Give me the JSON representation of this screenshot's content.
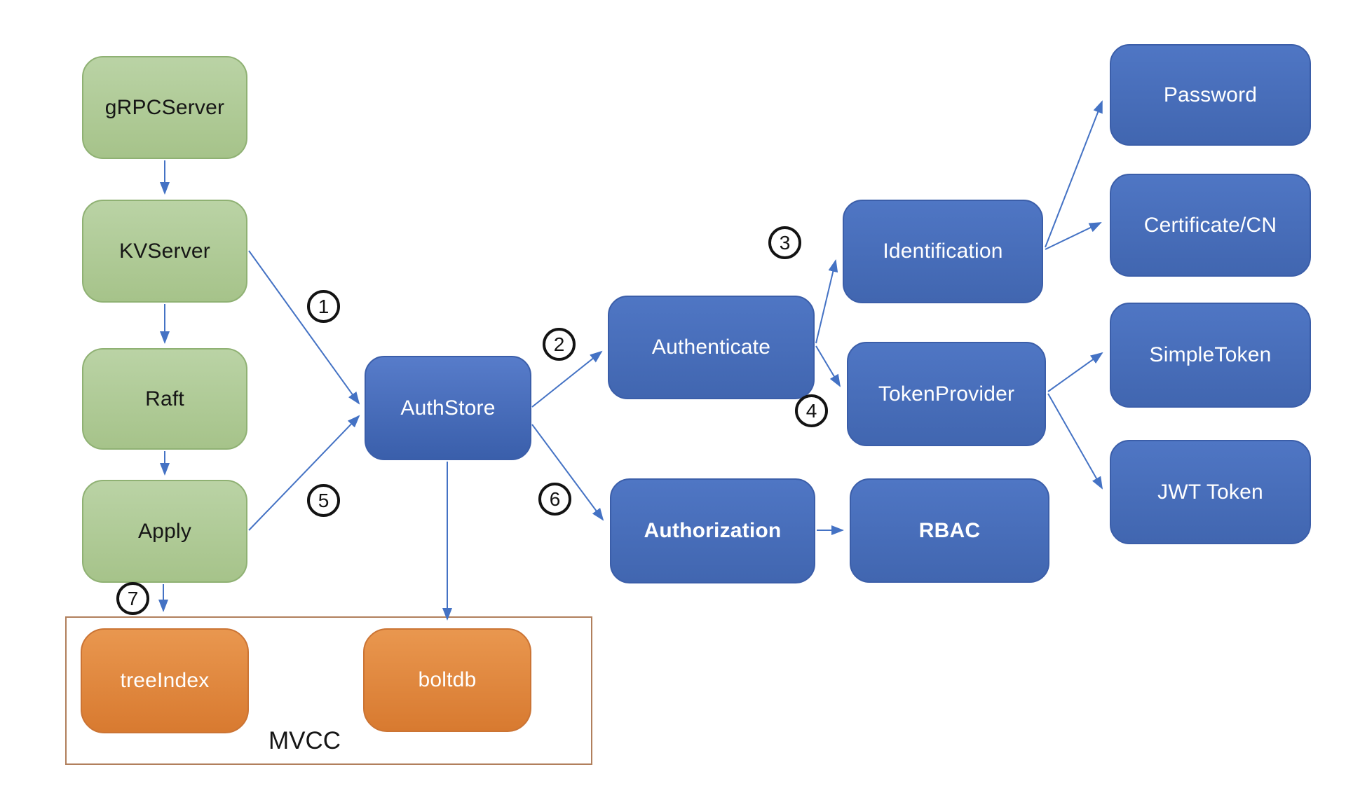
{
  "nodes": {
    "grpcserver": {
      "label": "gRPCServer"
    },
    "kvserver": {
      "label": "KVServer"
    },
    "raft": {
      "label": "Raft"
    },
    "apply": {
      "label": "Apply"
    },
    "authstore": {
      "label": "AuthStore"
    },
    "authenticate": {
      "label": "Authenticate"
    },
    "authorization": {
      "label": "Authorization"
    },
    "identification": {
      "label": "Identification"
    },
    "tokenprovider": {
      "label": "TokenProvider"
    },
    "rbac": {
      "label": "RBAC"
    },
    "password": {
      "label": "Password"
    },
    "certificate": {
      "label": "Certificate/CN"
    },
    "simpletoken": {
      "label": "SimpleToken"
    },
    "jwttoken": {
      "label": "JWT Token"
    },
    "treeindex": {
      "label": "treeIndex"
    },
    "boltdb": {
      "label": "boltdb"
    },
    "mvcc": {
      "label": "MVCC"
    }
  },
  "steps": {
    "s1": "1",
    "s2": "2",
    "s3": "3",
    "s4": "4",
    "s5": "5",
    "s6": "6",
    "s7": "7"
  },
  "colors": {
    "green_top": "#bad3a5",
    "green_bottom": "#a6c38a",
    "green_border": "#8fb173",
    "blue_top": "#4f76c4",
    "blue_bottom": "#4166b0",
    "blue_border": "#3b5ea9",
    "authstore_top": "#577cca",
    "authstore_bottom": "#3a5fab",
    "orange_top": "#e9974f",
    "orange_bottom": "#d87a30",
    "orange_border": "#cb7434",
    "arrow": "#4472c4",
    "mvcc_border": "#b17f5c"
  }
}
